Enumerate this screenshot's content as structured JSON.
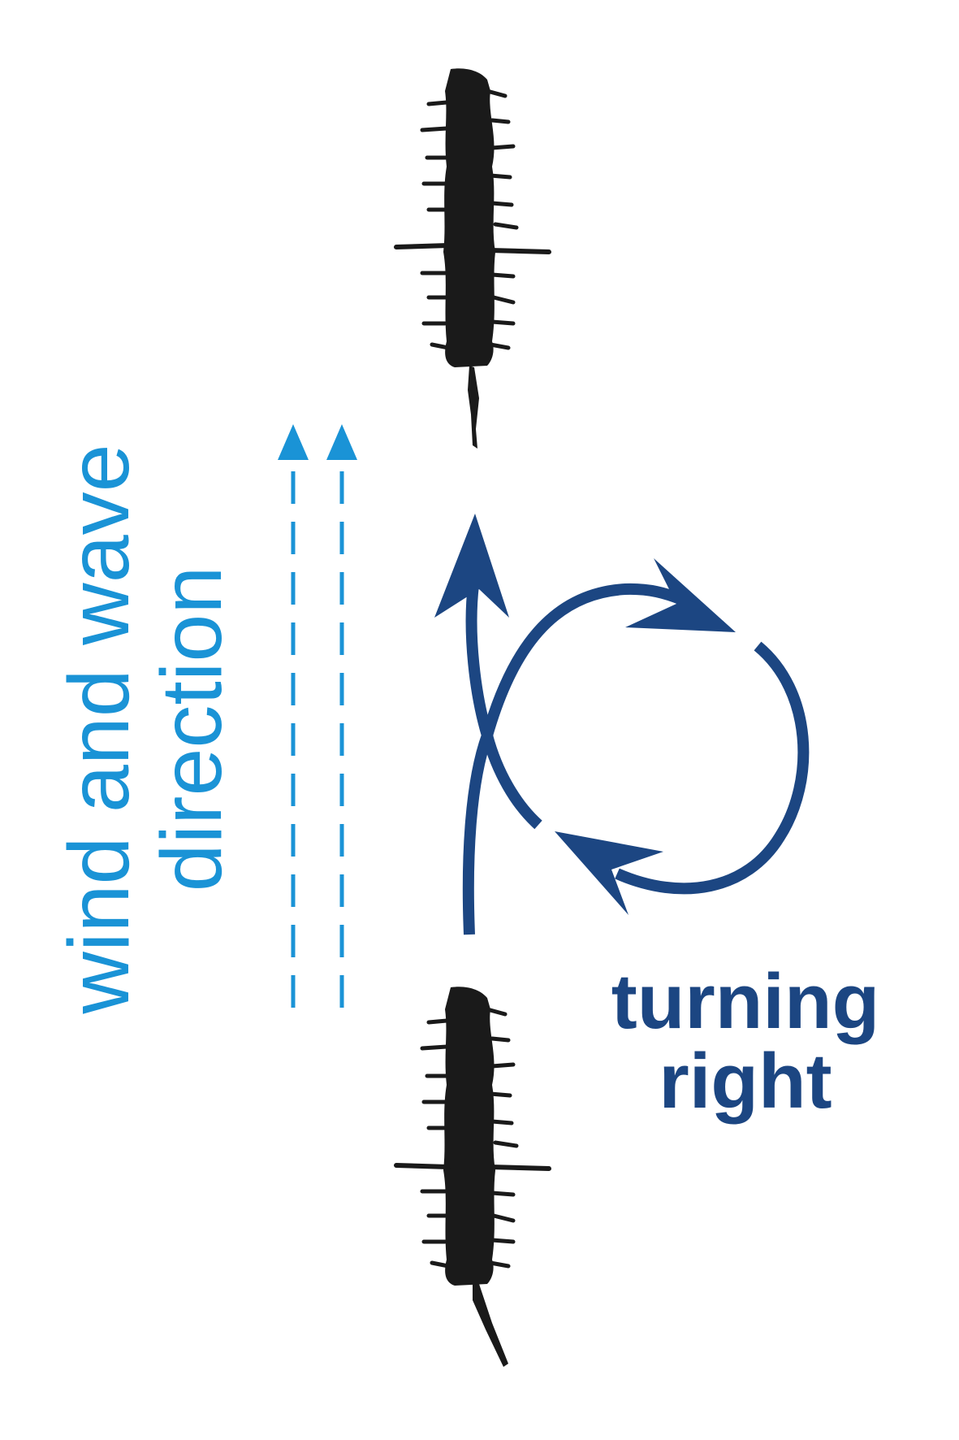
{
  "wind": {
    "label_line1": "wind and wave",
    "label_line2": "direction",
    "color": "#1a93d6"
  },
  "turn": {
    "label_line1": "turning",
    "label_line2": "right",
    "color": "#1c4682"
  },
  "organism": {
    "color": "#1a1a1a",
    "count": 2
  }
}
